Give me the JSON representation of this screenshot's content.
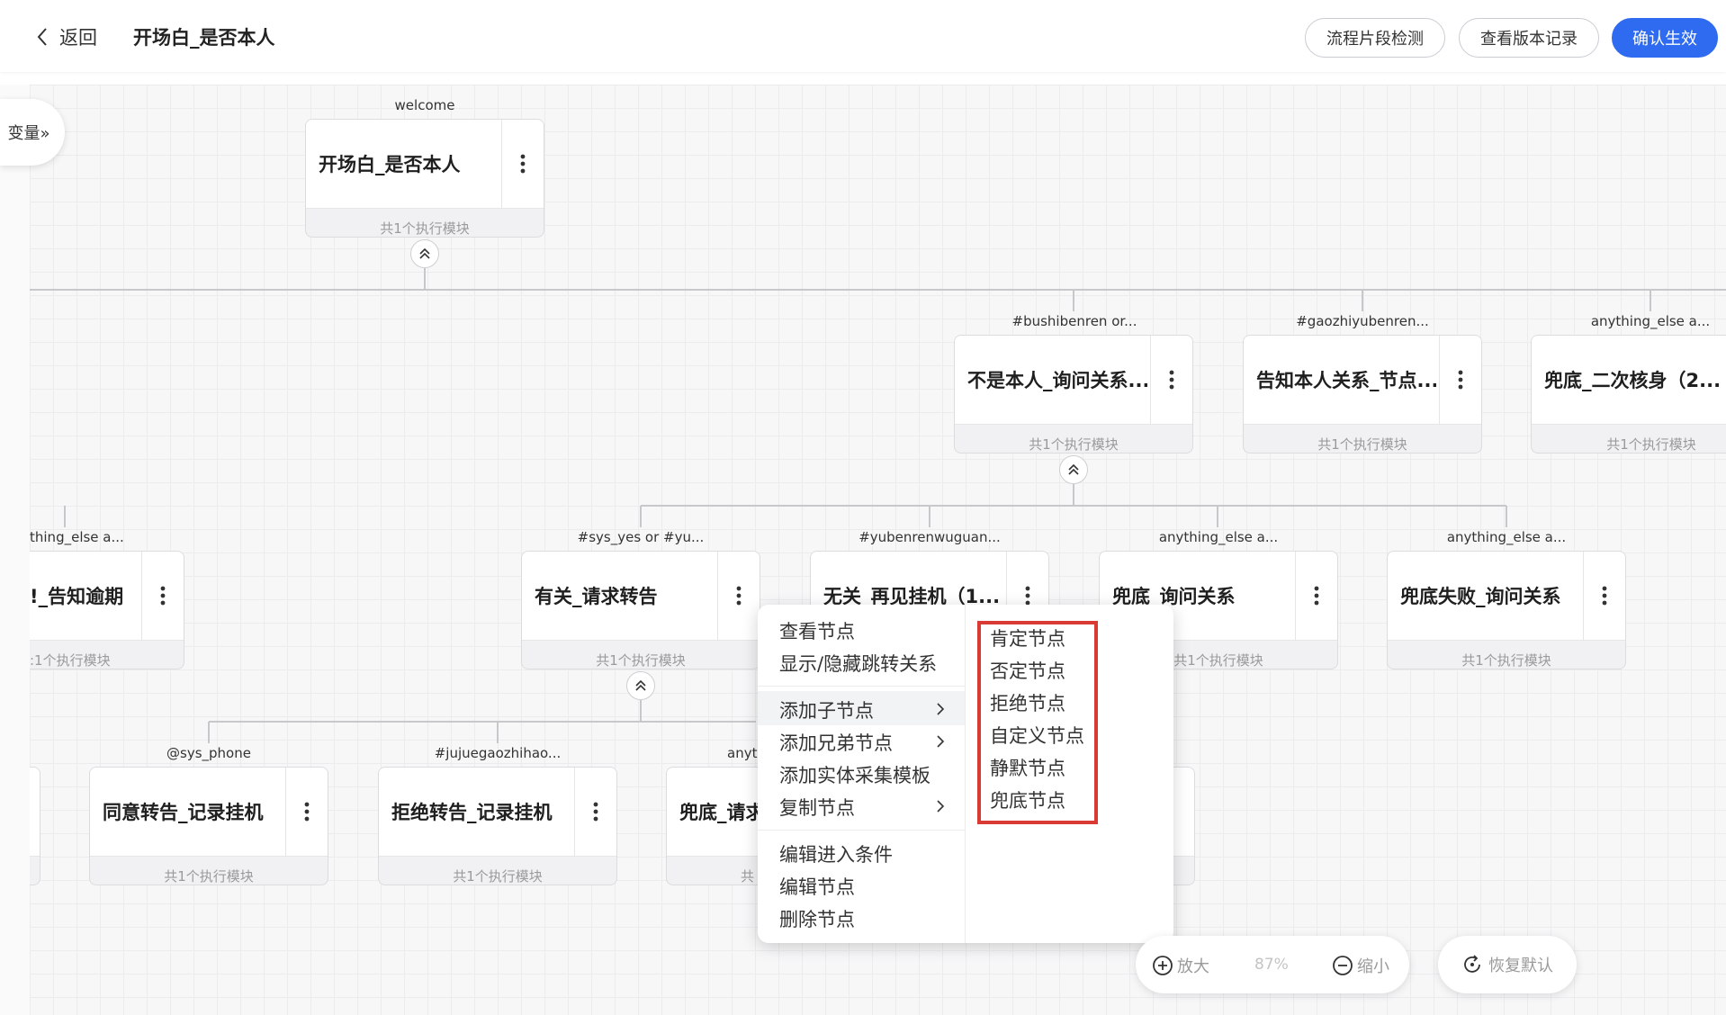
{
  "header": {
    "back_label": "返回",
    "title": "开场白_是否本人",
    "buttons": [
      "流程片段检测",
      "查看版本记录",
      "确认生效"
    ]
  },
  "sidebar": {
    "variables_tab": "变量»"
  },
  "nodes": [
    {
      "condition": "welcome",
      "name": "开场白_是否本人",
      "footer": "共1个执行模块"
    },
    {
      "condition": "#bushibenren or...",
      "name": "不是本人_询问关系...",
      "footer": "共1个执行模块"
    },
    {
      "condition": "#gaozhiyubenren...",
      "name": "告知本人关系_节点...",
      "footer": "共1个执行模块"
    },
    {
      "condition": "anything_else a...",
      "name": "兜底_二次核身（2...",
      "footer": "共1个执行模块"
    },
    {
      "condition": "thing_else a...",
      "name": "!_告知逾期",
      "footer": ":1个执行模块"
    },
    {
      "condition": "#sys_yes or #yu...",
      "name": "有关_请求转告",
      "footer": "共1个执行模块"
    },
    {
      "condition": "#yubenrenwuguan...",
      "name": "无关_再见挂机（1...",
      "footer": ""
    },
    {
      "condition": "anything_else a...",
      "name": "兜底_询问关系",
      "footer": "共1个执行模块"
    },
    {
      "condition": "anything_else a...",
      "name": "兜底失败_询问关系",
      "footer": "共1个执行模块"
    },
    {
      "condition": "@sys_phone",
      "name": "同意转告_记录挂机",
      "footer": "共1个执行模块"
    },
    {
      "condition": "#jujuegaozhihao...",
      "name": "拒绝转告_记录挂机",
      "footer": "共1个执行模块"
    },
    {
      "condition": "anyt",
      "name": "兜底_请求",
      "footer": "共"
    }
  ],
  "context_menu": {
    "items": [
      "查看节点",
      "显示/隐藏跳转关系",
      "添加子节点",
      "添加兄弟节点",
      "添加实体采集模板",
      "复制节点",
      "编辑进入条件",
      "编辑节点",
      "删除节点"
    ],
    "submenu": [
      "肯定节点",
      "否定节点",
      "拒绝节点",
      "自定义节点",
      "静默节点",
      "兜底节点"
    ]
  },
  "zoom": {
    "zoom_in": "放大",
    "percent": "87%",
    "zoom_out": "缩小",
    "reset": "恢复默认"
  },
  "colors": {
    "primary": "#2f6bf0",
    "highlight_box": "#d93a34"
  }
}
